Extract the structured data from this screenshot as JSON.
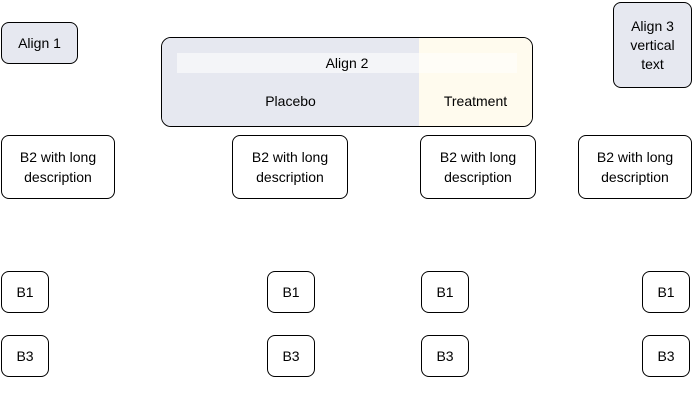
{
  "colors": {
    "background": "#ffffff",
    "panel_fill": "#e6e8f0",
    "cream_fill": "#fffbee",
    "strip_fill": "#ffffff8c",
    "border": "#000000",
    "text": "#000000"
  },
  "align1": {
    "label": "Align 1"
  },
  "align2": {
    "label": "Align 2",
    "sections": [
      "Placebo",
      "Treatment"
    ]
  },
  "align3": {
    "label": "Align 3 vertical text"
  },
  "columns": [
    {
      "b2": "B2 with long description",
      "b1": "B1",
      "b3": "B3"
    },
    {
      "b2": "B2 with long description",
      "b1": "B1",
      "b3": "B3"
    },
    {
      "b2": "B2 with long description",
      "b1": "B1",
      "b3": "B3"
    },
    {
      "b2": "B2 with long description",
      "b1": "B1",
      "b3": "B3"
    }
  ]
}
